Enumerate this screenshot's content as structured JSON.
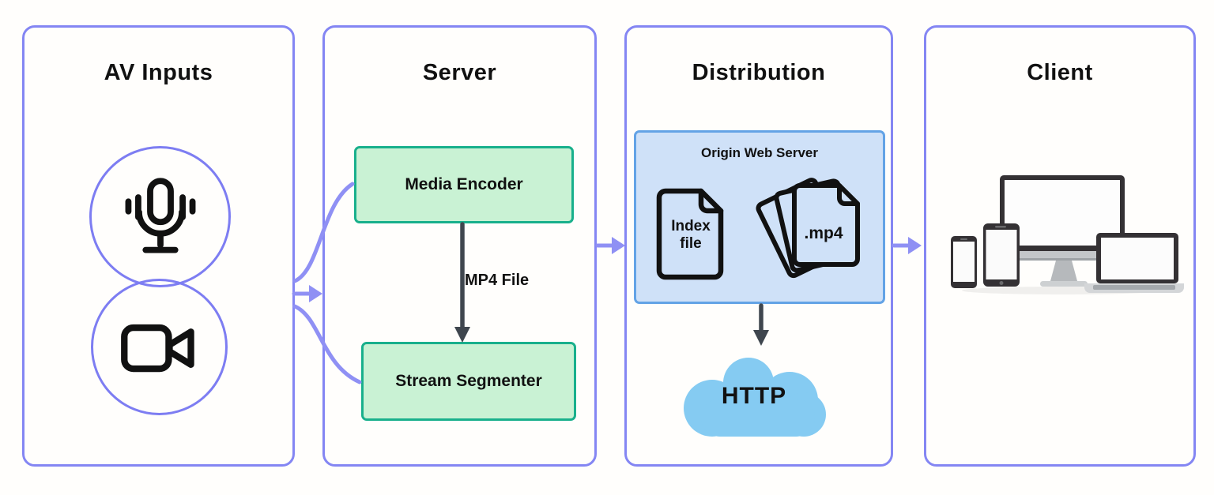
{
  "diagram": {
    "description": "HTTP live streaming architecture flow diagram",
    "colors": {
      "panel_border": "#8486f3",
      "connector_purple": "#8f90f4",
      "process_box_fill": "#c9f2d4",
      "process_box_border": "#19b08c",
      "origin_box_fill": "#cfe1f8",
      "origin_box_border": "#63a3e6",
      "cloud_fill": "#85cbf2",
      "dark_arrow": "#3f464e",
      "icon_stroke": "#111111"
    },
    "panels": {
      "av_inputs": {
        "title": "AV Inputs",
        "icons": [
          "microphone-icon",
          "video-camera-icon"
        ]
      },
      "server": {
        "title": "Server",
        "media_encoder_label": "Media Encoder",
        "mp4_arrow_label": "MP4 File",
        "stream_segmenter_label": "Stream Segmenter"
      },
      "distribution": {
        "title": "Distribution",
        "origin_box_title": "Origin Web Server",
        "index_file_label": "Index\nfile",
        "mp4_stack_label": ".mp4",
        "cloud_label": "HTTP"
      },
      "client": {
        "title": "Client",
        "devices": [
          "smartphone-small",
          "smartphone-large",
          "desktop-monitor",
          "laptop"
        ]
      }
    }
  }
}
